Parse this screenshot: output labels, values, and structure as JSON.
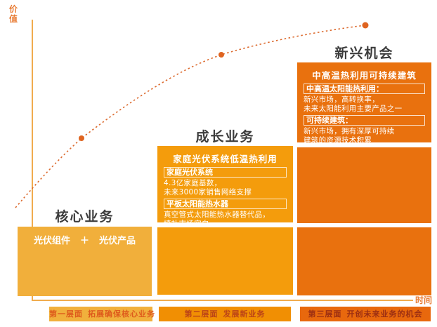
{
  "axes": {
    "y_label": "价值",
    "x_label": "时间"
  },
  "horizons": [
    {
      "title": "核心业务",
      "card": {
        "part1": "光伏组件",
        "plus": "＋",
        "part2": "光伏产品"
      },
      "footer_phase": "第一层面",
      "footer_label": "拓展确保核心业务"
    },
    {
      "title": "成长业务",
      "card": {
        "heading": "家庭光伏系统低温热利用",
        "items": [
          {
            "label": "家庭光伏系统",
            "lines": [
              "4.3亿家庭基数，",
              "未来3000家销售网络支撑"
            ]
          },
          {
            "label": "平板太阳能热水器",
            "lines": [
              "真空管式太阳能热水器替代品，",
              "填补市场空白"
            ]
          }
        ]
      },
      "footer_phase": "第二层面",
      "footer_label": "发展新业务"
    },
    {
      "title": "新兴机会",
      "card": {
        "heading": "中高温热利用可持续建筑",
        "items": [
          {
            "label": "中高温太阳能热利用：",
            "lines": [
              "新兴市场，高转换率，",
              "未来太阳能利用主要产品之一"
            ]
          },
          {
            "label": "可持续建筑：",
            "lines": [
              "新兴市场，拥有深厚可持续",
              "建筑的资源技术积累"
            ]
          }
        ]
      },
      "footer_phase": "第三层面",
      "footer_label": "开创未来业务的机会"
    }
  ],
  "colors": {
    "horizon1": "#F1AF3B",
    "horizon2": "#F49C0C",
    "horizon3": "#E9710E",
    "footer2": "#F18F03",
    "footer3": "#E8680D",
    "axis": "#F0AC4E",
    "axis_label": "#E87B33",
    "curve": "#DC6A2E",
    "curve_dot": "#DF6420",
    "section_title": "#3C3C3C"
  }
}
